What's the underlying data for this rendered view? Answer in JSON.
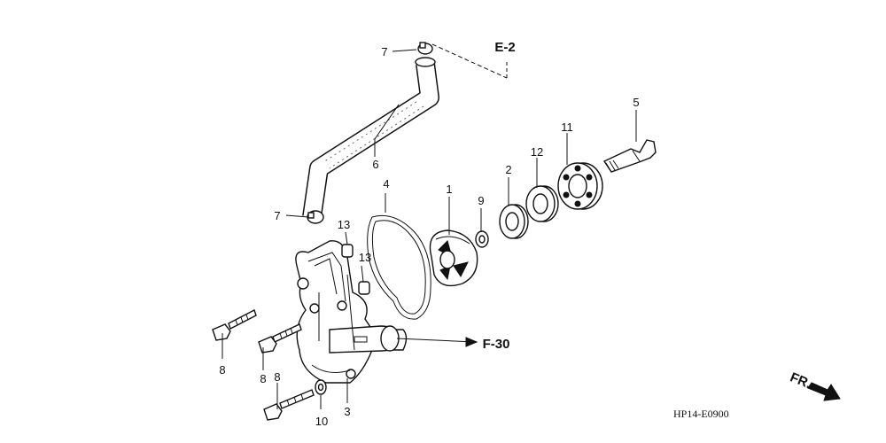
{
  "callouts": {
    "c1": "1",
    "c2": "2",
    "c3": "3",
    "c4": "4",
    "c5": "5",
    "c6": "6",
    "c7_top": "7",
    "c7_mid": "7",
    "c8_a": "8",
    "c8_b": "8",
    "c8_c": "8",
    "c9": "9",
    "c10": "10",
    "c11": "11",
    "c12": "12",
    "c13_a": "13",
    "c13_b": "13"
  },
  "references": {
    "e2": "E-2",
    "f30": "F-30",
    "fr": "FR."
  },
  "diagram_code": "HP14-E0900"
}
